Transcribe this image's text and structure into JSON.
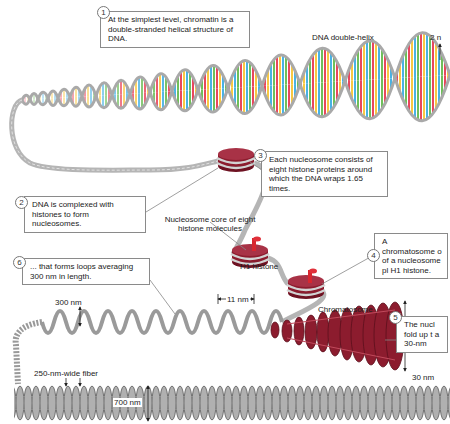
{
  "diagram": {
    "nodes": [
      {
        "text": [
          "At the simplest level, chromatin is a double-stranded helical structure of DNA."
        ]
      },
      {
        "text": [
          "DNA is complexed with histones to form nucleosomes."
        ]
      },
      {
        "text": [
          "Each nucleosome consists of eight histone proteins around which the DNA wraps 1.65 times."
        ]
      },
      {
        "text": [
          "A chromatosome o of a nucleosome pl H1 histone."
        ]
      },
      {
        "text": [
          "The nucl fold up t a 30-nm"
        ]
      },
      {
        "text": [
          "... that forms loops averaging 300 nm in length."
        ]
      }
    ],
    "labels": [
      "1",
      "2",
      "3",
      "4",
      "5",
      "6",
      "DNA double-helix",
      "2 n",
      "Nucleosome core of eight histone molecules",
      "H1 histone",
      "11 nm",
      "Chromatosome",
      "300 nm",
      "250-nm-wide fiber",
      "700 nm",
      "30 nm"
    ]
  }
}
